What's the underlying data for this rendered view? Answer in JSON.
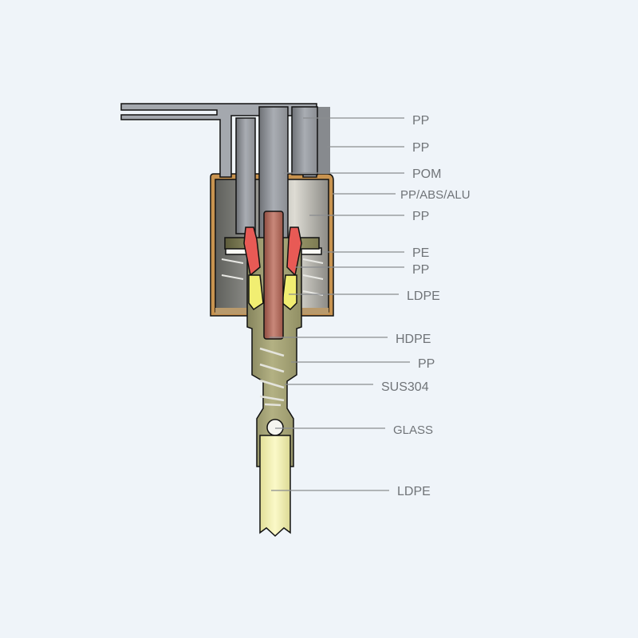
{
  "diagram": {
    "title": "Lotion pump cross-section materials",
    "labels": [
      {
        "part": "actuator-head",
        "text": "PP"
      },
      {
        "part": "actuator-collar",
        "text": "PP"
      },
      {
        "part": "stem",
        "text": "POM"
      },
      {
        "part": "closure-shell",
        "text": "PP/ABS/ALU"
      },
      {
        "part": "closure-inner",
        "text": "PP"
      },
      {
        "part": "gasket",
        "text": "PE"
      },
      {
        "part": "body-flange",
        "text": "PP"
      },
      {
        "part": "piston-seal",
        "text": "LDPE"
      },
      {
        "part": "piston-rod",
        "text": "HDPE"
      },
      {
        "part": "pump-housing",
        "text": "PP"
      },
      {
        "part": "spring",
        "text": "SUS304"
      },
      {
        "part": "valve-ball",
        "text": "GLASS"
      },
      {
        "part": "dip-tube",
        "text": "LDPE"
      }
    ]
  },
  "colors": {
    "background": "#eff4f9",
    "actuator": "#a4a8ae",
    "aluminium_shell": "#c8934f",
    "closure": "#d6d5cf",
    "housing": "#9a9866",
    "piston_rod": "#b06a5c",
    "seal_red": "#e85a55",
    "seal_yellow": "#f1ee72",
    "dip_tube": "#f3f0b0",
    "label": "#707478"
  }
}
